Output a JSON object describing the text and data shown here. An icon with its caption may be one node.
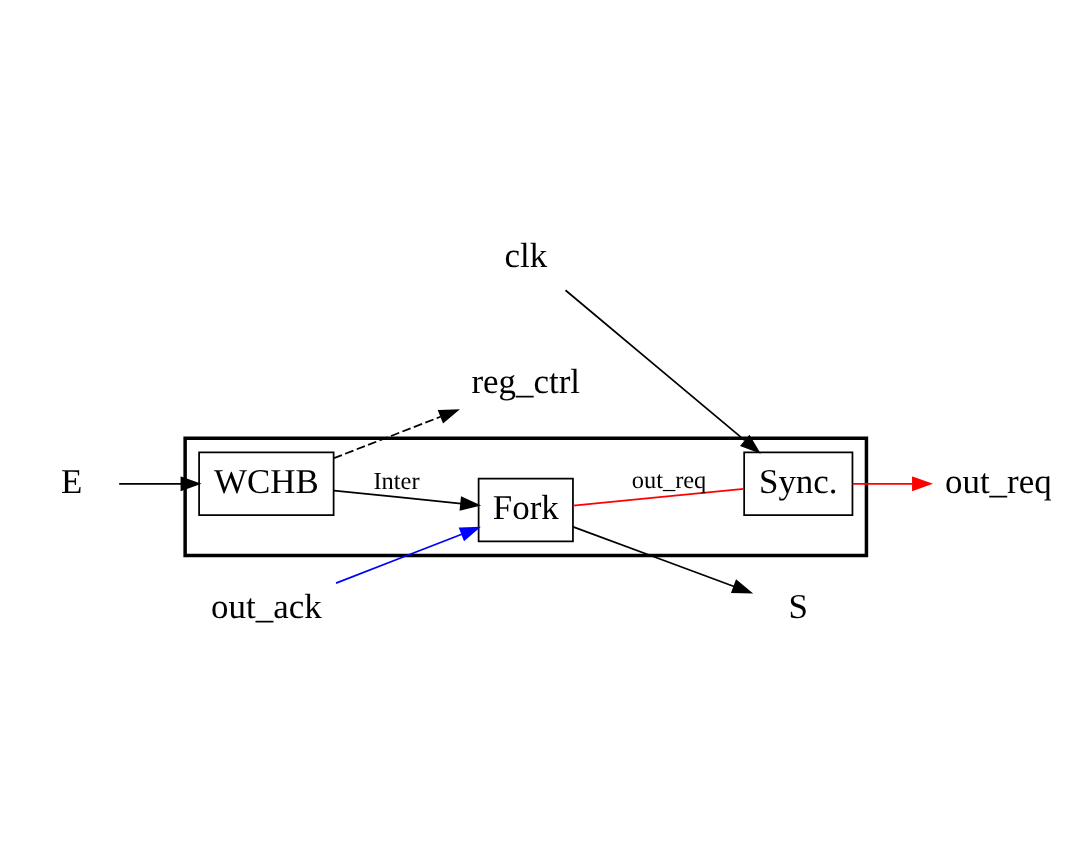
{
  "diagram": {
    "nodes": [
      {
        "text": [],
        "shape": "box"
      },
      {
        "text": [
          "WCHB"
        ],
        "in": 0
      },
      {
        "text": [
          "Fork"
        ],
        "in": 0
      },
      {
        "text": [
          "Sync."
        ],
        "in": 0
      },
      {
        "text": [
          "reg_ctrl"
        ]
      },
      {
        "text": [
          "clk"
        ]
      },
      {
        "text": [
          "E"
        ]
      },
      {
        "text": [
          "S"
        ]
      },
      {
        "text": [
          "out_req"
        ]
      },
      {
        "text": [
          "out_ack"
        ]
      }
    ],
    "edges": [
      {
        "from": 6,
        "to": 1,
        "arrow": "to"
      },
      {
        "from": 1,
        "to": 4,
        "arrow": "to",
        "style": "dashed"
      },
      {
        "from": 5,
        "to": 3,
        "arrow": "to"
      },
      {
        "from": 1,
        "to": 2,
        "arrow": "to",
        "label": "Inter"
      },
      {
        "from": 2,
        "to": 7,
        "arrow": "to"
      },
      {
        "from": 2,
        "to": 3,
        "arrow": "none",
        "label": "out_req",
        "color": "#ff0000"
      },
      {
        "from": 3,
        "to": 8,
        "arrow": "to",
        "color": "#ff0000"
      },
      {
        "from": 9,
        "to": 2,
        "arrow": "to",
        "color": "#0000ff"
      }
    ]
  }
}
